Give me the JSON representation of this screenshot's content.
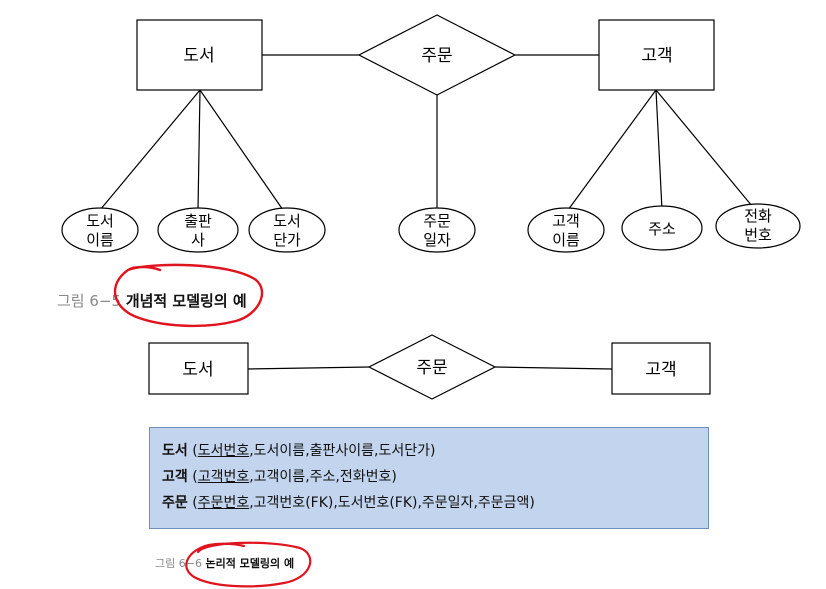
{
  "conceptual": {
    "entities": {
      "book": "도서",
      "order": "주문",
      "customer": "고객"
    },
    "attributes": {
      "book_name": [
        "도서",
        "이름"
      ],
      "publisher": [
        "출판",
        "사"
      ],
      "book_price": [
        "도서",
        "단가"
      ],
      "order_date": [
        "주문",
        "일자"
      ],
      "customer_name": [
        "고객",
        "이름"
      ],
      "address": [
        "주소"
      ],
      "phone": [
        "전화",
        "번호"
      ]
    }
  },
  "caption1": {
    "number": "그림 6−5",
    "title": "개념적 모델링의 예"
  },
  "logical": {
    "entities": {
      "book": "도서",
      "order": "주문",
      "customer": "고객"
    },
    "rows": [
      {
        "name": "도서",
        "open": " (",
        "key": "도서번호",
        "rest": ",도서이름,출판사이름,도서단가)"
      },
      {
        "name": "고객",
        "open": " (",
        "key": "고객번호",
        "rest": ",고객이름,주소,전화번호)"
      },
      {
        "name": "주문",
        "open": " (",
        "key": "주문번호",
        "rest": ",고객번호(FK),도서번호(FK),주문일자,주문금액)"
      }
    ]
  },
  "caption2": {
    "number": "그림 6−6",
    "title": "논리적 모델링의 예"
  },
  "colors": {
    "annotation": "#e0141e",
    "relation_box": "#c3d5ee"
  }
}
